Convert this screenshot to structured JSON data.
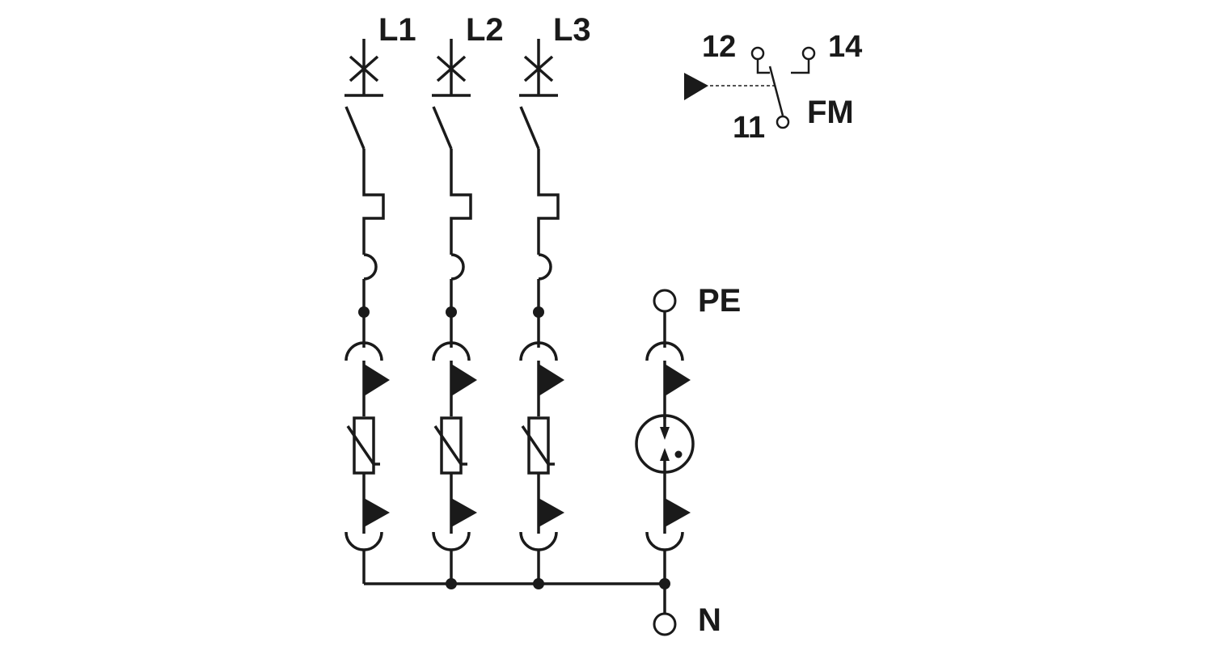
{
  "labels": {
    "l1": "L1",
    "l2": "L2",
    "l3": "L3",
    "pe": "PE",
    "n": "N",
    "fm": "FM",
    "contact_12": "12",
    "contact_14": "14",
    "contact_11": "11"
  }
}
